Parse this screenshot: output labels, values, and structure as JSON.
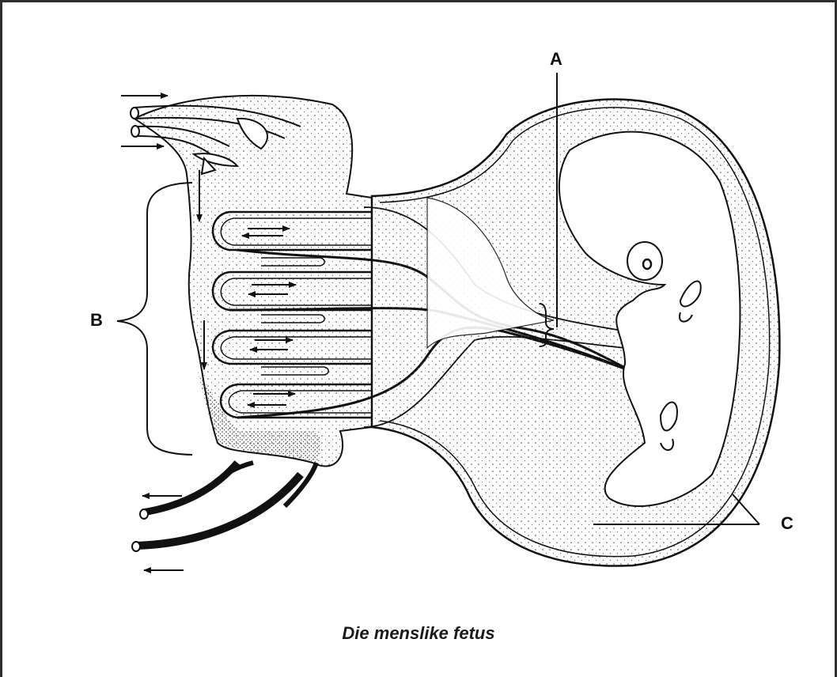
{
  "labels": {
    "a": "A",
    "b": "B",
    "c": "C"
  },
  "caption": "Die menslike fetus",
  "colors": {
    "ink": "#111111",
    "frame": "#2e2e2e",
    "background": "#ffffff"
  },
  "parts": [
    "placenta",
    "chorionic-villi",
    "umbilical-cord",
    "amniotic-sac",
    "fetus",
    "maternal-arteries",
    "maternal-veins"
  ]
}
